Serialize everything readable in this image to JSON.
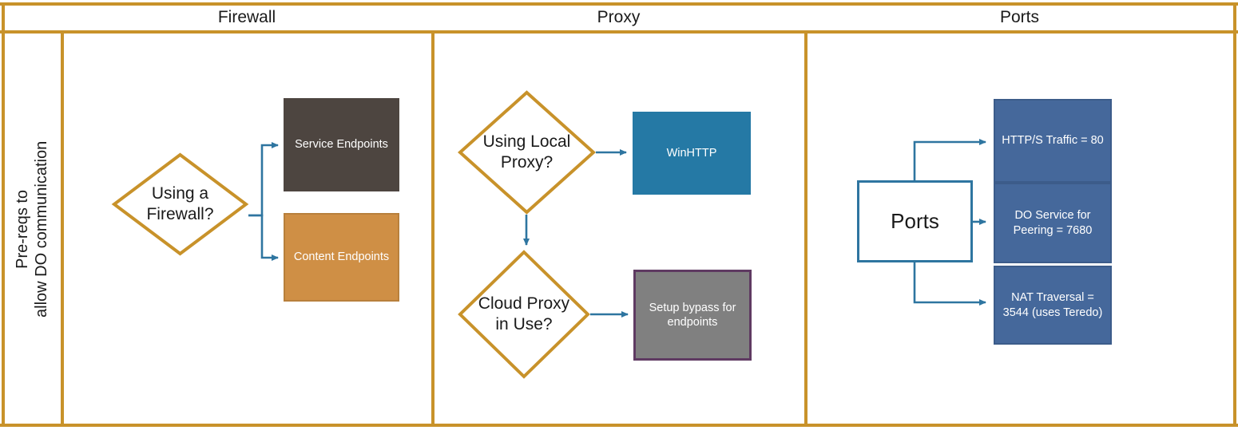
{
  "diagram": {
    "title_row_label": {
      "line1": "Pre-reqs to",
      "line2": "allow DO communication"
    },
    "columns": [
      {
        "id": "firewall",
        "header": "Firewall"
      },
      {
        "id": "proxy",
        "header": "Proxy"
      },
      {
        "id": "ports",
        "header": "Ports"
      }
    ],
    "firewall": {
      "decision": {
        "line1": "Using a",
        "line2": "Firewall?"
      },
      "outputs": [
        {
          "label": "Service Endpoints",
          "color": "#4D4540"
        },
        {
          "label": "Content Endpoints",
          "color": "#CF8F45"
        }
      ]
    },
    "proxy": {
      "decision_1": {
        "line1": "Using Local",
        "line2": "Proxy?"
      },
      "decision_2": {
        "line1": "Cloud Proxy",
        "line2": "in Use?"
      },
      "output_1": {
        "label": "WinHTTP",
        "color": "#2579A5"
      },
      "output_2": {
        "line1": "Setup bypass for",
        "line2": "endpoints",
        "color": "#808080",
        "border": "#5F3A62"
      }
    },
    "ports": {
      "root": {
        "label": "Ports"
      },
      "outputs": [
        {
          "line1": "HTTP/S Traffic = 80",
          "line2": "",
          "color": "#45689B"
        },
        {
          "line1": "DO Service for",
          "line2": "Peering = 7680",
          "color": "#45689B"
        },
        {
          "line1": "NAT Traversal =",
          "line2": "3544 (uses Teredo)",
          "color": "#45689B"
        }
      ]
    },
    "colors": {
      "frame": "#C8922A",
      "diamond_stroke": "#C8922A",
      "connector": "#2E75A0"
    }
  }
}
